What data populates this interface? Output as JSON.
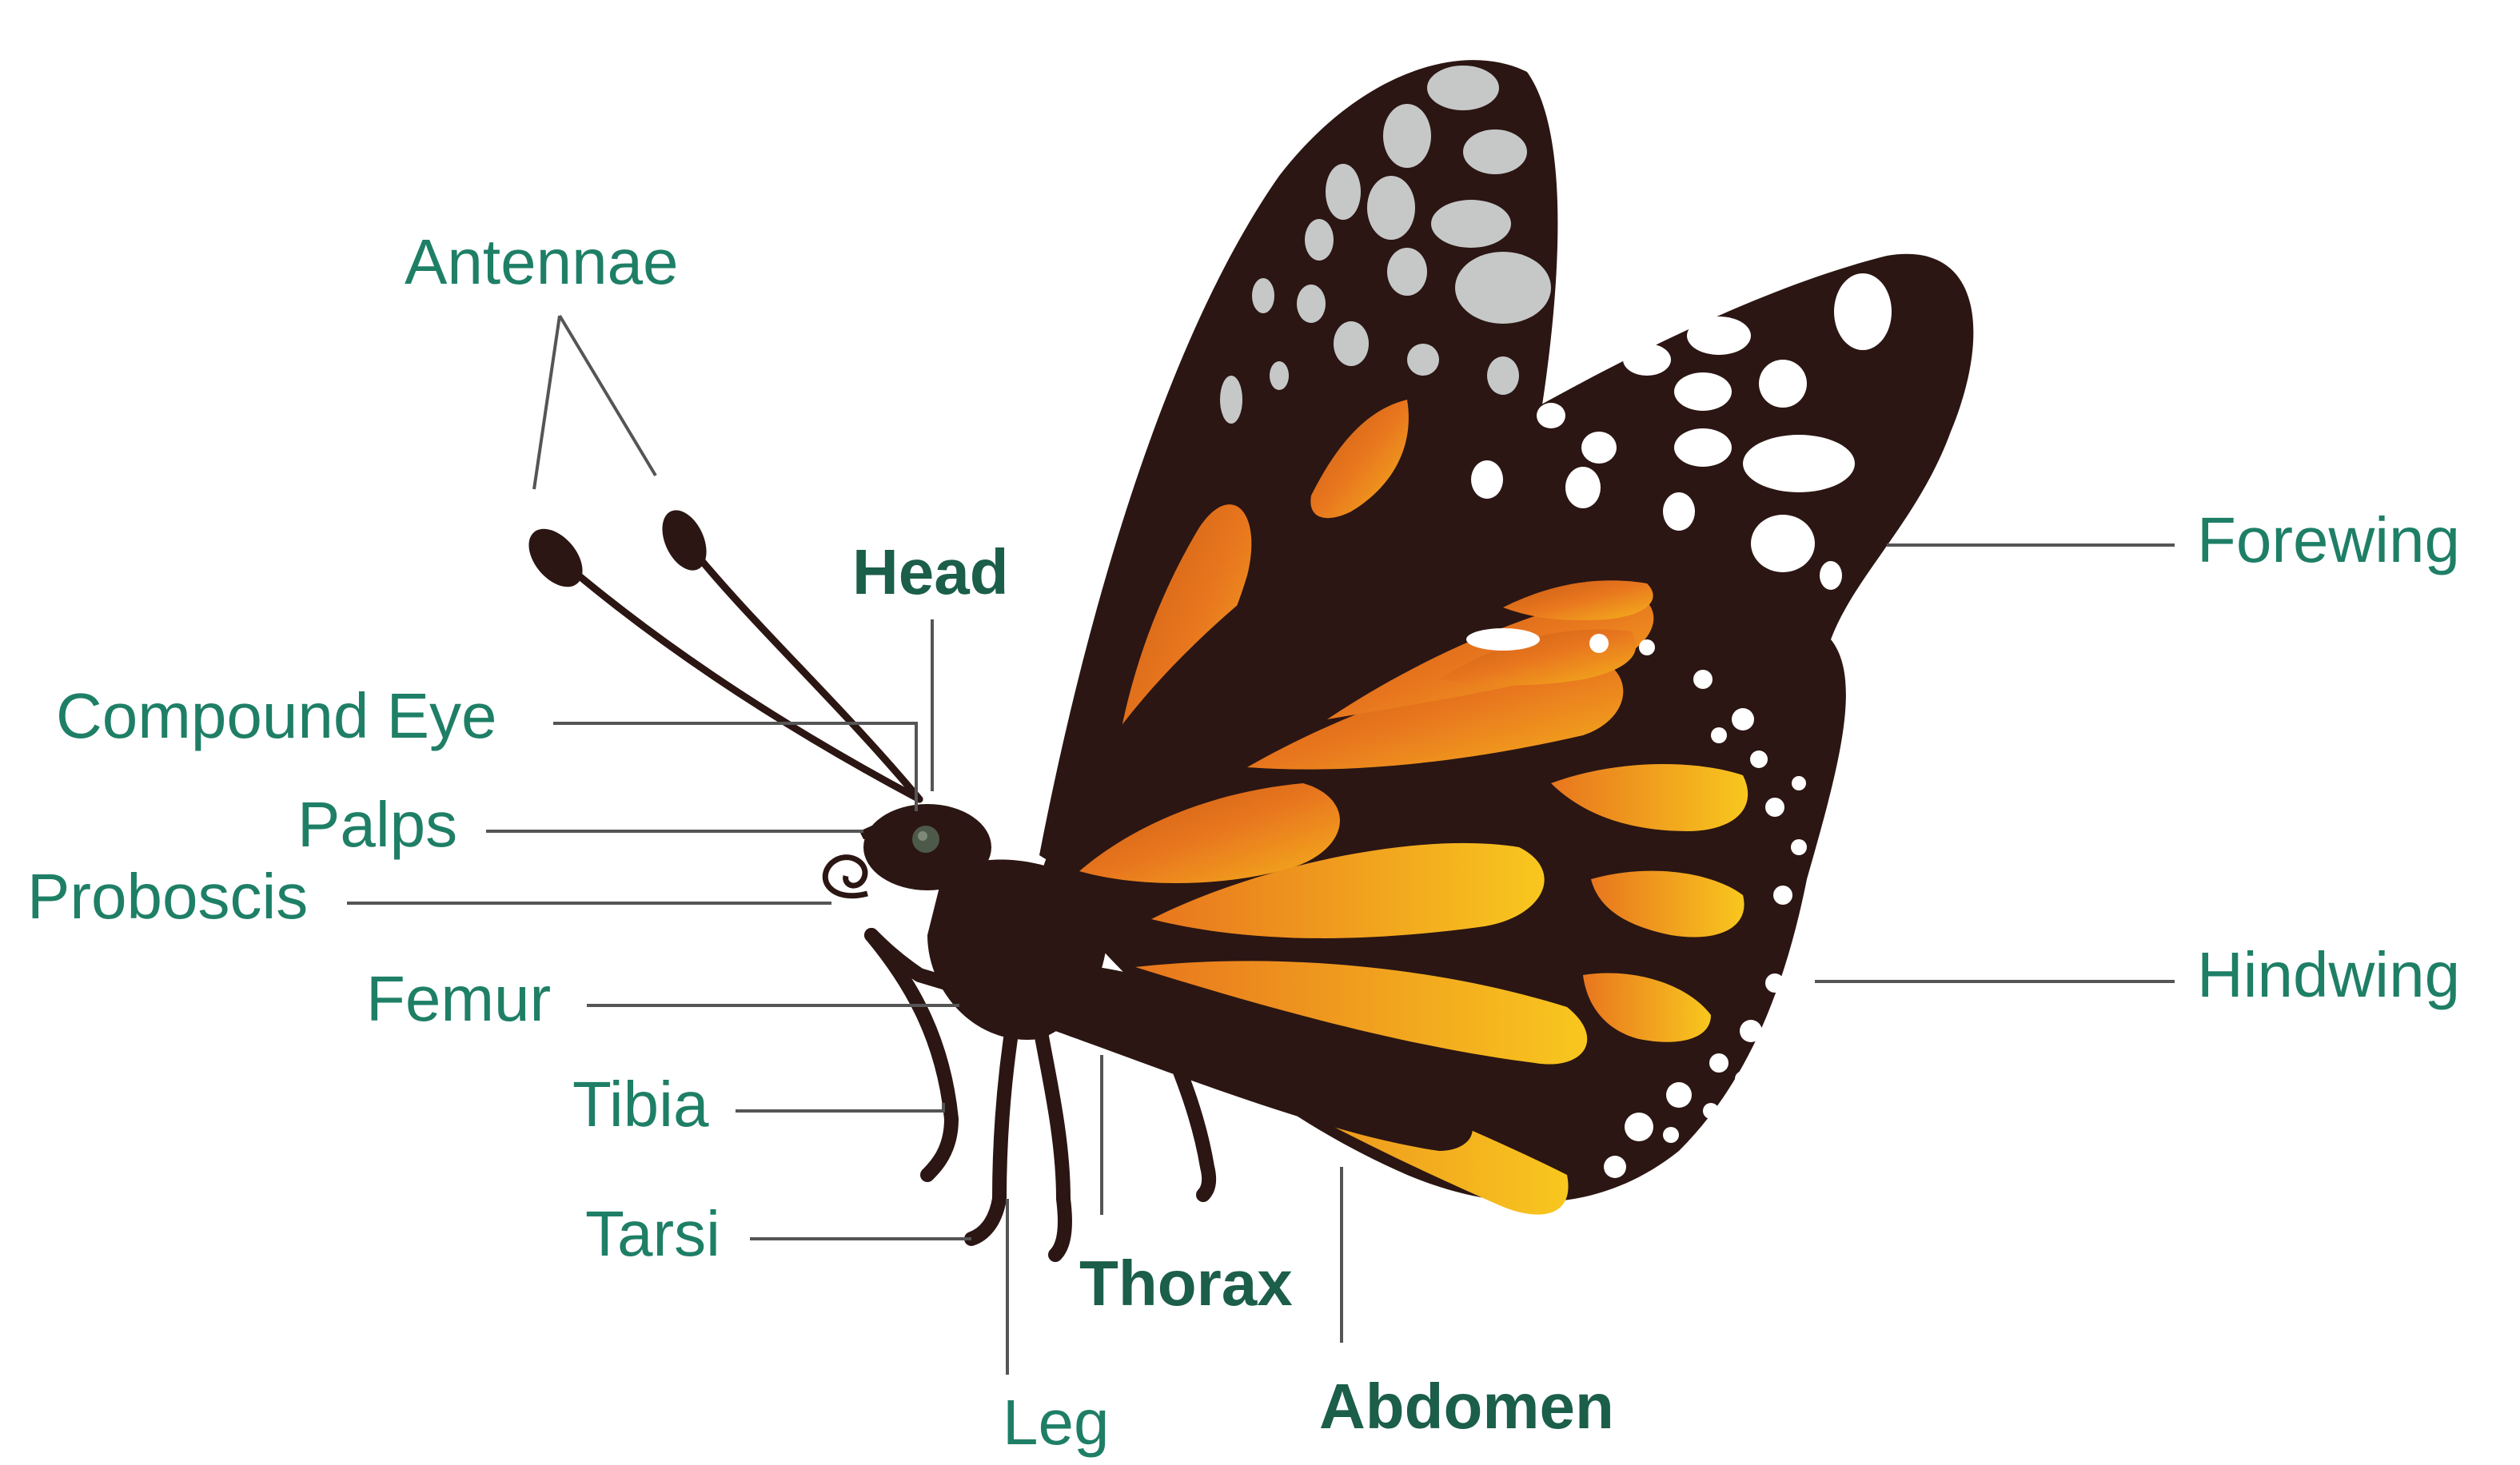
{
  "colors": {
    "label": "#1e7f66",
    "label_bold": "#1b5e4a",
    "body": "#2b1613",
    "wing_orange": "#e8761e",
    "wing_yellow": "#f5b21c",
    "spot_grey": "#c6c8c8",
    "spot_white": "#ffffff",
    "leader_line": "#555555"
  },
  "labels": {
    "antennae": "Antennae",
    "head": "Head",
    "compound_eye": "Compound Eye",
    "palps": "Palps",
    "proboscis": "Proboscis",
    "femur": "Femur",
    "tibia": "Tibia",
    "tarsi": "Tarsi",
    "leg": "Leg",
    "thorax": "Thorax",
    "abdomen": "Abdomen",
    "forewing": "Forewing",
    "hindwing": "Hindwing"
  }
}
